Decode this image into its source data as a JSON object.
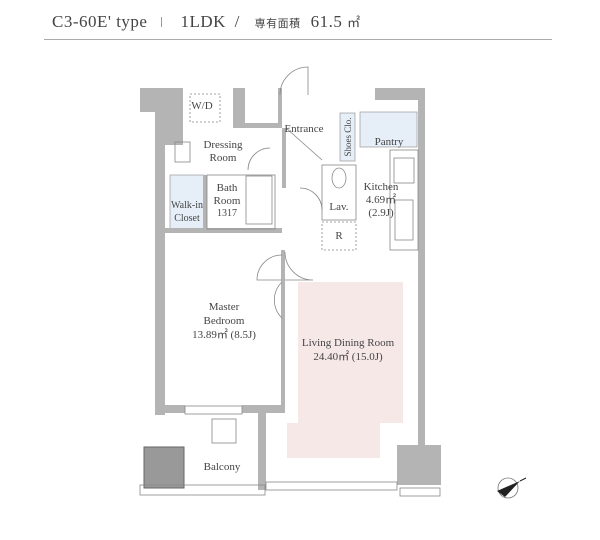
{
  "header": {
    "unit_type": "C3-60E' type",
    "layout": "1LDK",
    "slash": "/",
    "area_label": "専有面積",
    "area_value": "61.5",
    "area_unit": "㎡"
  },
  "rooms": {
    "wd": "W/D",
    "dressing": [
      "Dressing",
      "Room"
    ],
    "bath": [
      "Bath",
      "Room",
      "1317"
    ],
    "walkin": [
      "Walk-in",
      "Closet"
    ],
    "entrance": "Entrance",
    "shoes": "Shoes Clo.",
    "pantry": "Pantry",
    "kitchen": [
      "Kitchen",
      "4.69㎡",
      "(2.9J)"
    ],
    "lav": "Lav.",
    "r": "R",
    "bedroom": [
      "Master",
      "Bedroom",
      "13.89㎡ (8.5J)"
    ],
    "ldr": [
      "Living Dining Room",
      "24.40㎡ (15.0J)"
    ],
    "balcony": "Balcony"
  },
  "colors": {
    "wall": "#b4b4b4",
    "wet_area": "#e6eef8",
    "ldr_fill": "#f7e8e8",
    "line": "#888888"
  },
  "compass_icon": "north-arrow-icon"
}
